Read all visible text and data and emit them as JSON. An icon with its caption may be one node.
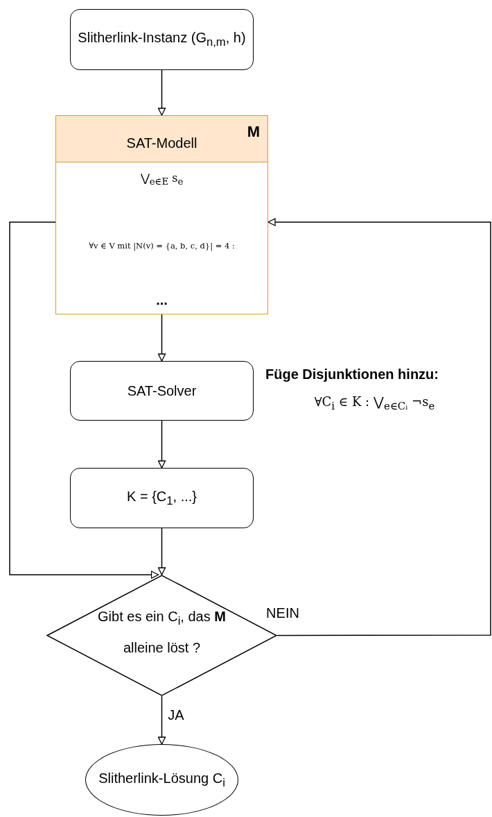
{
  "diagram": {
    "nodes": [
      {
        "text": [
          "Slitherlink-Instanz (G$_{n,m}$, h)"
        ]
      },
      {
        "text": [
          "SAT-Modell",
          "M",
          "⋁$_{e∈E}$ s$_{e}$",
          "∀v ∈ V mit |N(v) = {a, b, c, d}| = 4 :",
          "..."
        ]
      },
      {
        "text": [
          "SAT-Solver"
        ]
      },
      {
        "text": [
          "K = {C$_{1}$, ...}"
        ]
      },
      {
        "text": [
          "Gibt es ein C$_{i}$, das **M** alleine löst ?"
        ]
      },
      {
        "text": [
          "Slitherlink-Lösung C$_{i}$"
        ]
      }
    ],
    "edges": [
      {
        "from": 0,
        "to": 1,
        "arrow": "to"
      },
      {
        "from": 1,
        "to": 2,
        "arrow": "to"
      },
      {
        "from": 2,
        "to": 3,
        "arrow": "to"
      },
      {
        "from": 3,
        "to": 4,
        "arrow": "to"
      },
      {
        "from": 1,
        "to": 4,
        "arrow": "to"
      },
      {
        "from": 4,
        "to": 1,
        "arrow": "to",
        "label": "NEIN"
      },
      {
        "from": 4,
        "to": 5,
        "arrow": "to",
        "label": "JA"
      }
    ],
    "labels": [
      "Füge Disjunktionen hinzu:",
      "∀C$_{i}$ ∈ K : ⋁$_{e∈Cᵢ}$ ¬s$_{e}$"
    ]
  }
}
